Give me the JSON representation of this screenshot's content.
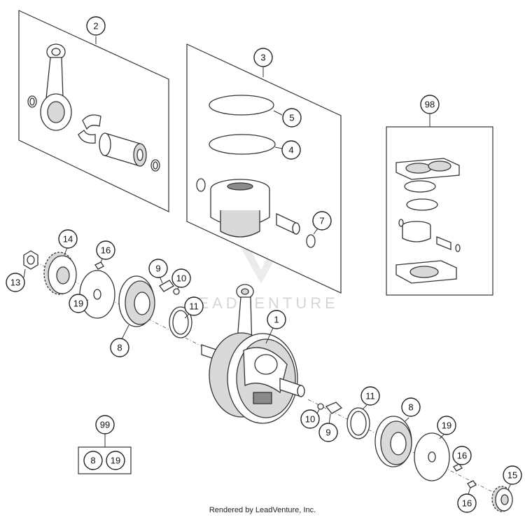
{
  "diagram": {
    "watermark": "LEADVENTURE",
    "footer": "Rendered by LeadVenture, Inc.",
    "callouts": {
      "c2": "2",
      "c3": "3",
      "c98": "98",
      "c5": "5",
      "c4": "4",
      "c7": "7",
      "c14": "14",
      "c16a": "16",
      "c13": "13",
      "c9a": "9",
      "c10a": "10",
      "c11a": "11",
      "c19a": "19",
      "c8a": "8",
      "c1": "1",
      "c99": "99",
      "c99_8": "8",
      "c99_19": "19",
      "c10b": "10",
      "c9b": "9",
      "c11b": "11",
      "c8b": "8",
      "c19b": "19",
      "c16b": "16",
      "c15": "15",
      "c16c": "16"
    }
  }
}
